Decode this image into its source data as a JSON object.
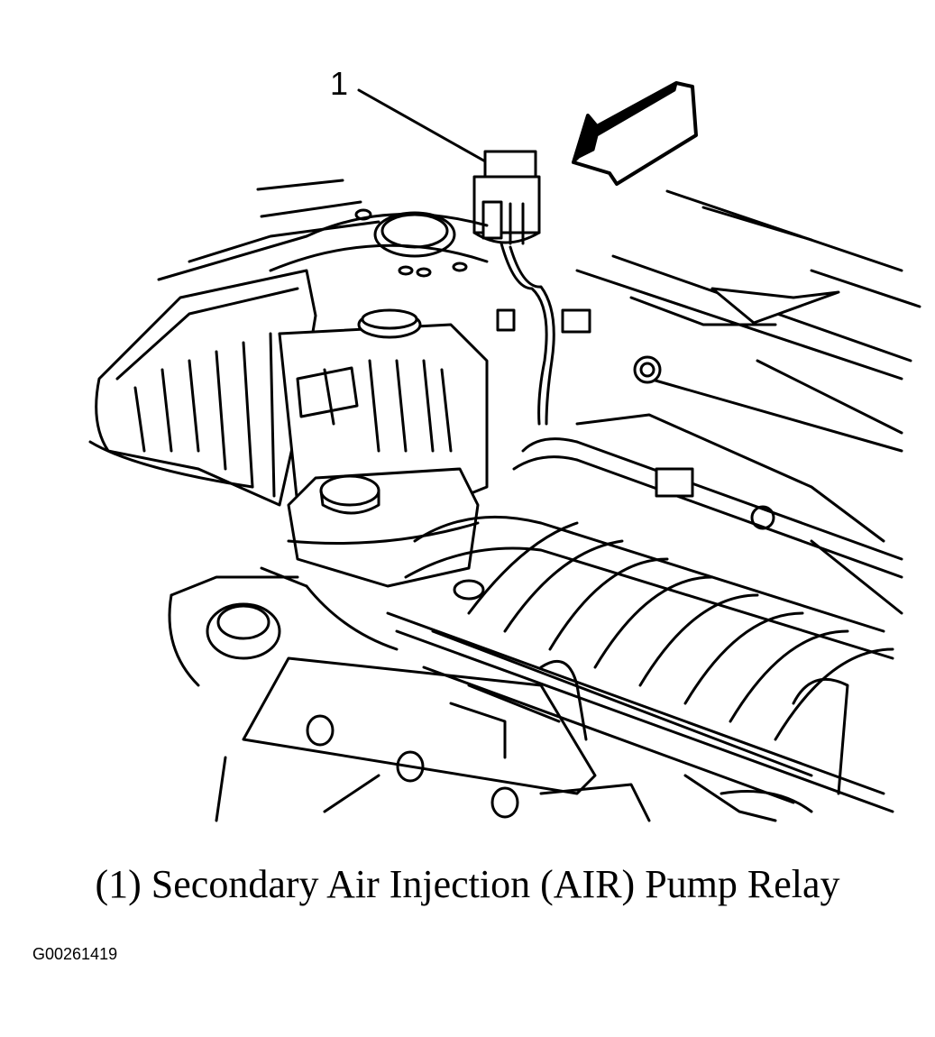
{
  "callout": {
    "number": "1"
  },
  "caption": "(1) Secondary Air Injection (AIR) Pump Relay",
  "figure_id": "G00261419"
}
